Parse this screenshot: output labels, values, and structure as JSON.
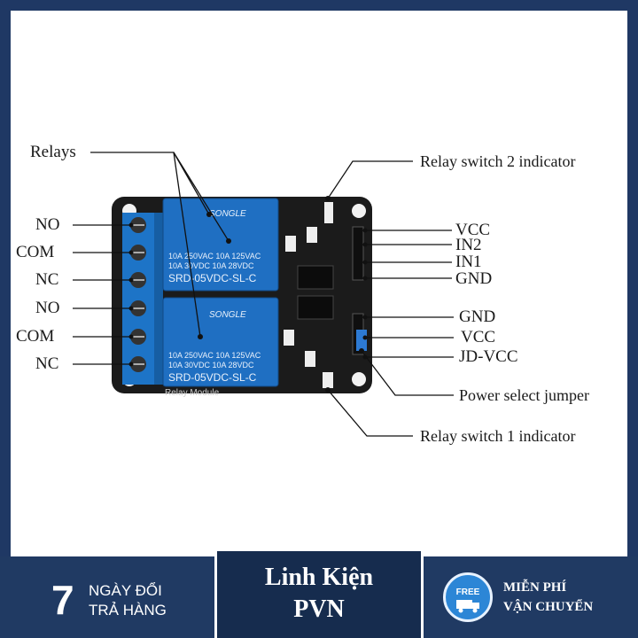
{
  "diagram": {
    "labels": {
      "relays": "Relays",
      "no_1": "NO",
      "com_1": "COM",
      "nc_1": "NC",
      "no_2": "NO",
      "com_2": "COM",
      "nc_2": "NC",
      "relay2_indicator": "Relay switch 2 indicator",
      "vcc_in": "VCC",
      "in2": "IN2",
      "in1": "IN1",
      "gnd_in": "GND",
      "gnd_pwr": "GND",
      "vcc_pwr": "VCC",
      "jd_vcc": "JD-VCC",
      "power_jumper": "Power select jumper",
      "relay1_indicator": "Relay switch 1 indicator"
    },
    "relay": {
      "brand": "SONGLE",
      "line1": "10A 250VAC  10A 125VAC",
      "line2": "10A  30VDC  10A  28VDC",
      "model": "SRD-05VDC-SL-C"
    },
    "board_text": "Relay Module",
    "colors": {
      "board": "#1b1b1b",
      "relay": "#1f6fc2",
      "terminal": "#1d74c7",
      "line": "#111111"
    }
  },
  "footer": {
    "left_number": "7",
    "left_line1": "NGÀY ĐỔI",
    "left_line2": "TRẢ HÀNG",
    "brand_line1": "Linh Kiện",
    "brand_line2": "PVN",
    "free_badge": "FREE",
    "right_line1": "MIỄN PHÍ",
    "right_line2": "VẬN CHUYỂN"
  }
}
